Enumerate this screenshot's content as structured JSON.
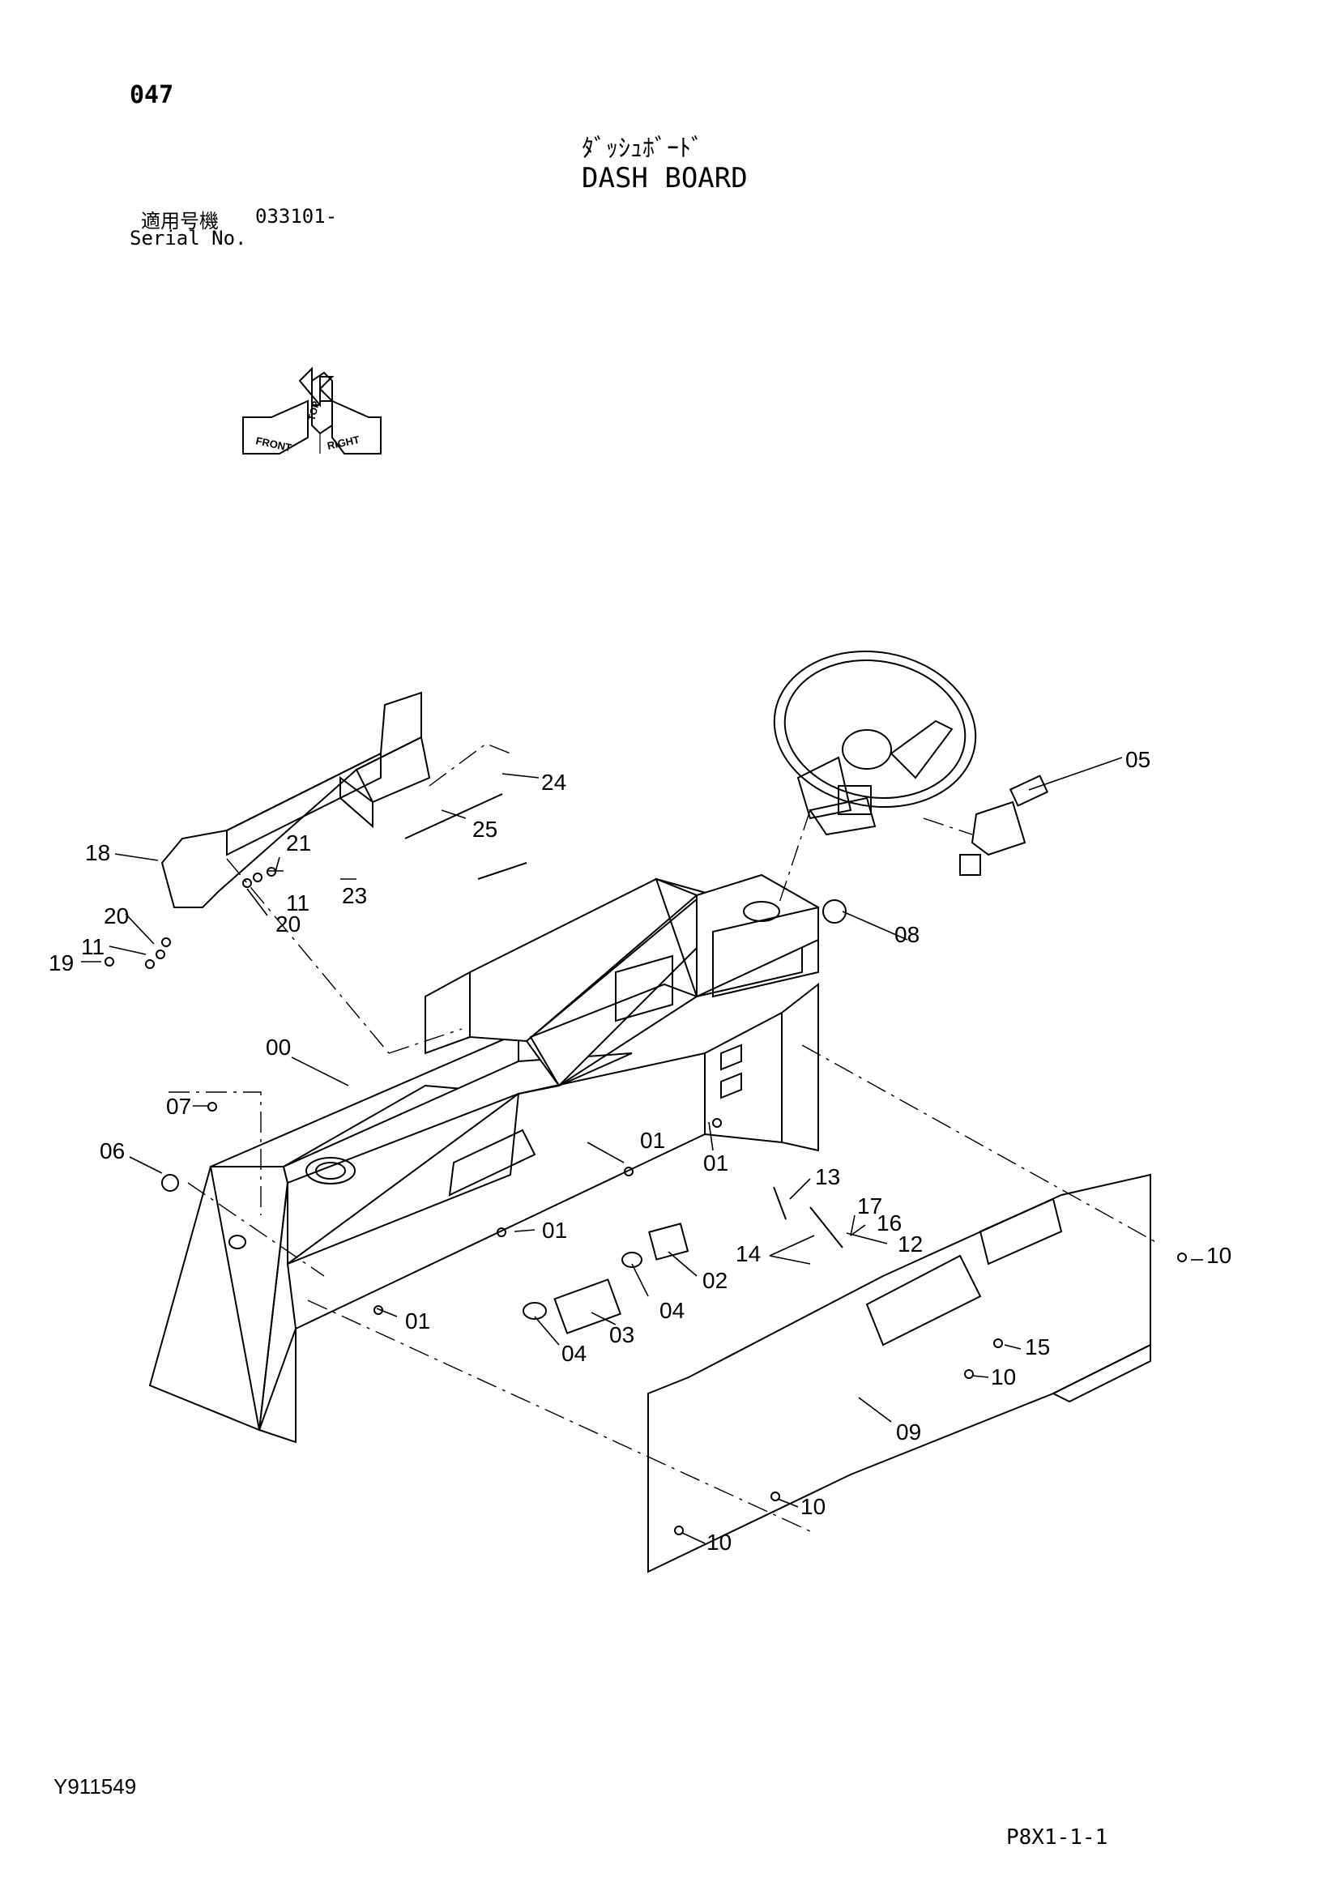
{
  "header": {
    "page_number": "047",
    "title_jp": "ﾀﾞｯｼｭﾎﾞｰﾄﾞ",
    "title_en": "DASH BOARD",
    "serial_label_jp": "適用号機",
    "serial_value": "033101-",
    "serial_label_en": "Serial No."
  },
  "orientation_icon": {
    "labels": [
      "TOP",
      "FRONT",
      "RIGHT"
    ]
  },
  "callouts": [
    {
      "id": "c00",
      "text": "00"
    },
    {
      "id": "c01a",
      "text": "01"
    },
    {
      "id": "c01b",
      "text": "01"
    },
    {
      "id": "c01c",
      "text": "01"
    },
    {
      "id": "c01d",
      "text": "01"
    },
    {
      "id": "c02",
      "text": "02"
    },
    {
      "id": "c03",
      "text": "03"
    },
    {
      "id": "c04a",
      "text": "04"
    },
    {
      "id": "c04b",
      "text": "04"
    },
    {
      "id": "c05",
      "text": "05"
    },
    {
      "id": "c06",
      "text": "06"
    },
    {
      "id": "c07",
      "text": "07"
    },
    {
      "id": "c08",
      "text": "08"
    },
    {
      "id": "c09",
      "text": "09"
    },
    {
      "id": "c10a",
      "text": "10"
    },
    {
      "id": "c10b",
      "text": "10"
    },
    {
      "id": "c10c",
      "text": "10"
    },
    {
      "id": "c10d",
      "text": "10"
    },
    {
      "id": "c11a",
      "text": "11"
    },
    {
      "id": "c11b",
      "text": "11"
    },
    {
      "id": "c12",
      "text": "12"
    },
    {
      "id": "c13",
      "text": "13"
    },
    {
      "id": "c14",
      "text": "14"
    },
    {
      "id": "c15",
      "text": "15"
    },
    {
      "id": "c16",
      "text": "16"
    },
    {
      "id": "c17",
      "text": "17"
    },
    {
      "id": "c18",
      "text": "18"
    },
    {
      "id": "c19",
      "text": "19"
    },
    {
      "id": "c20a",
      "text": "20"
    },
    {
      "id": "c20b",
      "text": "20"
    },
    {
      "id": "c21",
      "text": "21"
    },
    {
      "id": "c23",
      "text": "23"
    },
    {
      "id": "c24",
      "text": "24"
    },
    {
      "id": "c25",
      "text": "25"
    }
  ],
  "footer": {
    "drawing_code": "Y911549",
    "page_code": "P8X1-1-1"
  }
}
